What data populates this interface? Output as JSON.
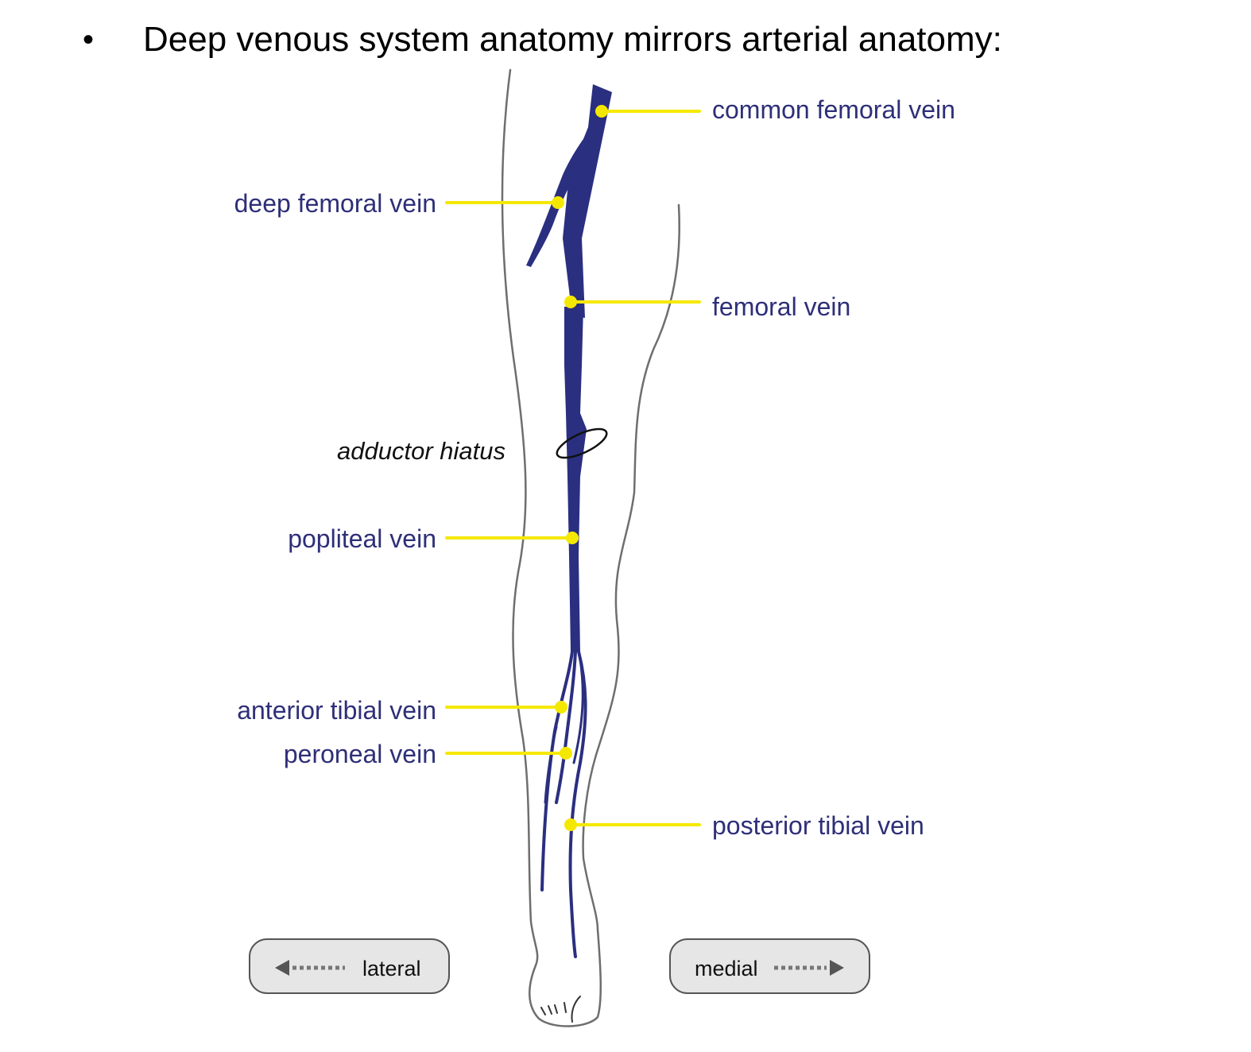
{
  "slide": {
    "bullet": "•",
    "heading": "Deep venous system anatomy mirrors arterial anatomy:"
  },
  "labels": {
    "common_femoral_vein": "common femoral vein",
    "deep_femoral_vein": "deep femoral vein",
    "femoral_vein": "femoral vein",
    "adductor_hiatus": "adductor hiatus",
    "popliteal_vein": "popliteal vein",
    "anterior_tibial_vein": "anterior tibial vein",
    "peroneal_vein": "peroneal vein",
    "posterior_tibial_vein": "posterior tibial vein"
  },
  "orientation": {
    "lateral": "lateral",
    "medial": "medial"
  },
  "colors": {
    "vein": "#2b2f80",
    "leader_line": "#f5e800",
    "label_text": "#2e2f78",
    "leg_outline": "#6e6e6e"
  }
}
